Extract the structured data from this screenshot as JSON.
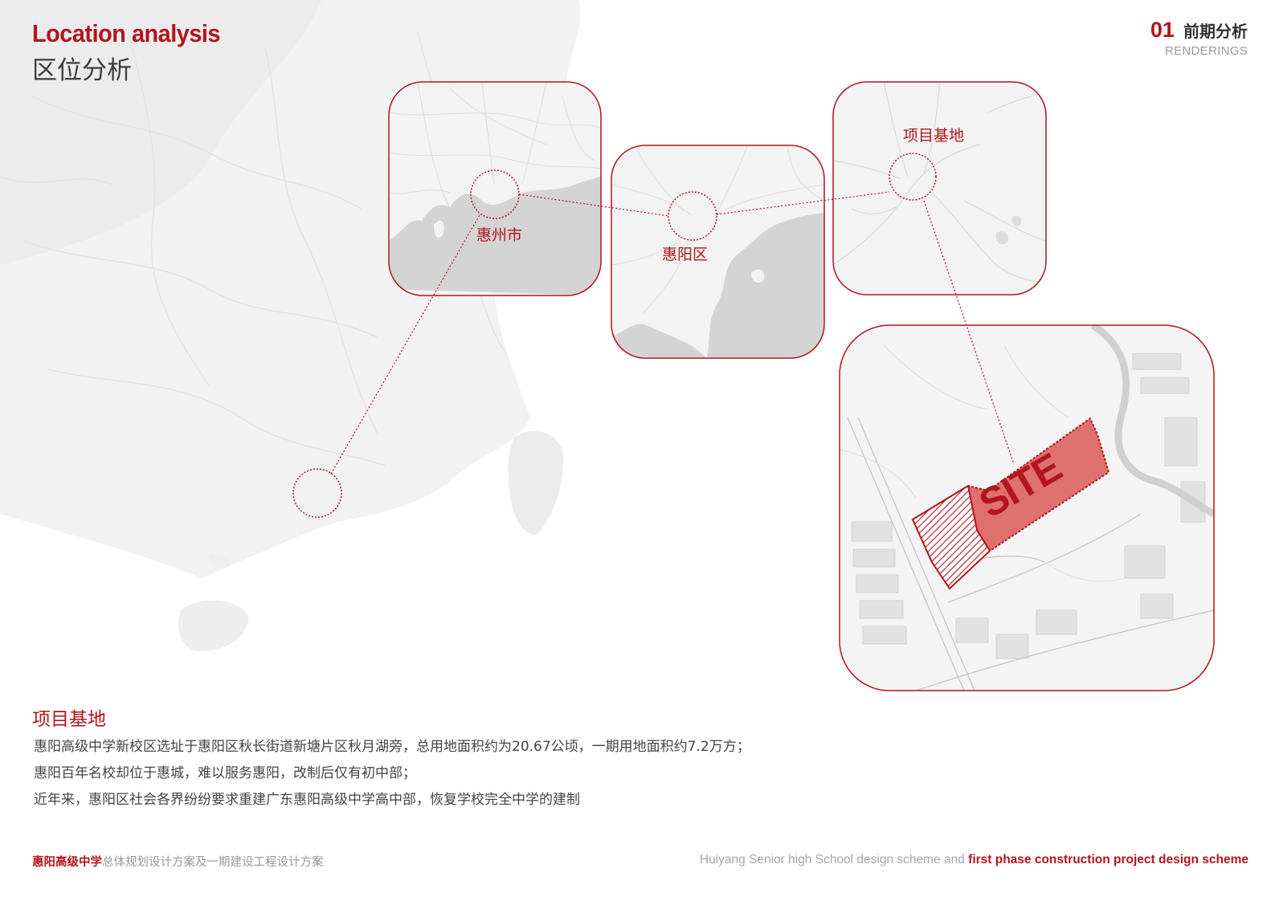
{
  "header": {
    "title_en": "Location analysis",
    "title_cn": "区位分析",
    "section_number": "01",
    "section_title": "前期分析",
    "section_subtitle": "RENDERINGS"
  },
  "map_labels": {
    "city": "惠州市",
    "district": "惠阳区",
    "base": "项目基地",
    "site": "SITE"
  },
  "site_section": {
    "heading": "项目基地",
    "lines": [
      "惠阳高级中学新校区选址于惠阳区秋长街道新塘片区秋月湖旁，总用地面积约为20.67公顷，一期用地面积约7.2万方；",
      "惠阳百年名校却位于惠城，难以服务惠阳，改制后仅有初中部；",
      "近年来，惠阳区社会各界纷纷要求重建广东惠阳高级中学高中部，恢复学校完全中学的建制"
    ]
  },
  "footer": {
    "left_bold": "惠阳高级中学",
    "left_text": "总体规划设计方案及一期建设工程设计方案",
    "right_text": "Huiyang Senior high School design scheme and ",
    "right_bold": "first phase construction project design scheme"
  },
  "colors": {
    "accent": "#b3141d",
    "site_fill": "#d9534f",
    "map_land": "#d4d4d4",
    "map_bg": "#f3f3f3"
  }
}
